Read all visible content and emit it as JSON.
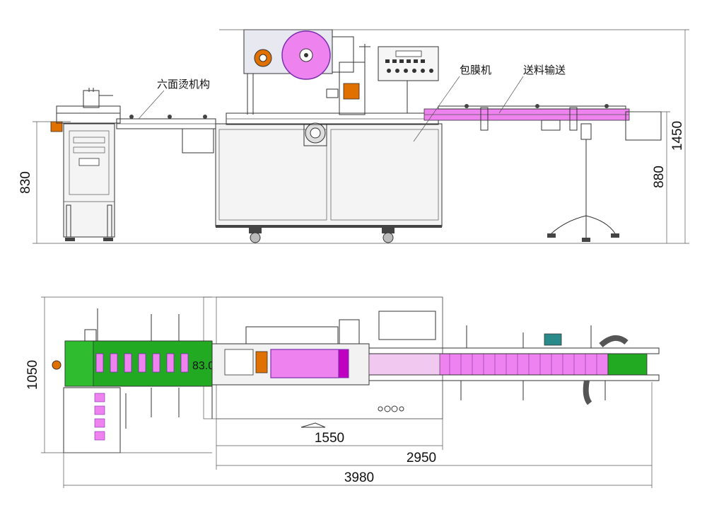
{
  "labels": {
    "six_side_heat": "六面烫机构",
    "wrapping_machine": "包膜机",
    "conveyor": "送料输送",
    "panel_mark": "83.0"
  },
  "dimensions": {
    "height_830": "830",
    "height_880": "880",
    "height_1450": "1450",
    "width_1050": "1050",
    "len_1550": "1550",
    "len_2950": "2950",
    "len_3980": "3980"
  },
  "colors": {
    "film": "#ee82ee",
    "film_dark": "#c000c0",
    "base_green": "#22aa22",
    "frame": "#333333",
    "panel": "#f2f2f2",
    "purple": "#7b2fb0",
    "orange": "#e07000",
    "teal": "#2a8a8a"
  }
}
